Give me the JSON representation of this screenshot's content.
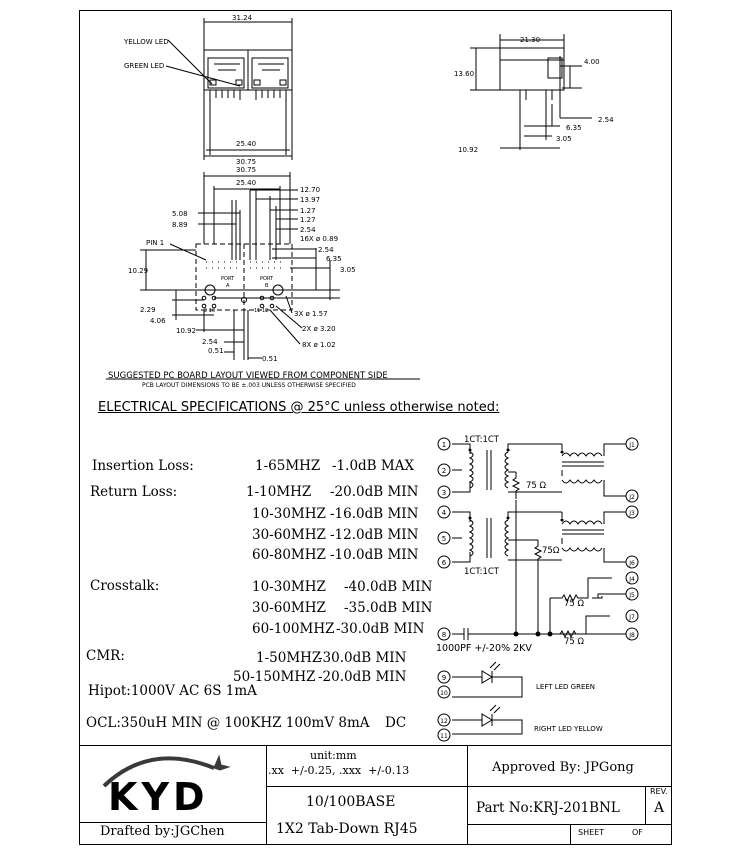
{
  "drawing": {
    "dims_front": {
      "width": "31.24",
      "pitch": "25.40",
      "overall": "30.75",
      "yellow": "YELLOW LED",
      "green": "GREEN LED"
    },
    "dims_side": {
      "width": "21.30",
      "height": "13.60",
      "tab": "4.00",
      "d1": "2.54",
      "d2": "6.35",
      "d3": "3.05",
      "d4": "10.92"
    },
    "dims_layout": {
      "w1": "30.75",
      "w2": "25.40",
      "r1": "12.70",
      "r2": "13.97",
      "r3": "1.27",
      "r4": "1.27",
      "r5": "2.54",
      "holes16": "16X ø 0.89",
      "r6": "2.54",
      "r7": "6.35",
      "r8": "3.05",
      "l1": "5.08",
      "l2": "8.89",
      "pin1": "PIN 1",
      "l3": "10.29",
      "l4": "2.29",
      "l5": "4.06",
      "l6": "10.92",
      "b1": "2.54",
      "b2": "0.51",
      "b3": "0.51",
      "h3": "3X ø 1.57",
      "h2": "2X ø 3.20",
      "h8": "8X ø 1.02",
      "portA": "PORT",
      "portA2": "A",
      "portB": "PORT",
      "portB2": "B",
      "pin9": "9",
      "pin10": "10",
      "pin11": "11",
      "pin12": "12",
      "pinA": "9 10",
      "pinB": "11 12"
    },
    "layout_title": "SUGGESTED PC BOARD LAYOUT VIEWED FROM COMPONENT SIDE",
    "layout_sub": "PCB LAYOUT DIMENSIONS TO BE ±.003 UNLESS OTHERWISE SPECIFIED"
  },
  "spec_title": "ELECTRICAL SPECIFICATIONS @ 25°C unless otherwise noted:",
  "specs": {
    "insertion": {
      "label": "Insertion Loss:",
      "freq": "1-65MHZ",
      "val": "-1.0dB MAX"
    },
    "return": {
      "label": "Return Loss:",
      "rows": [
        {
          "freq": "1-10MHZ",
          "val": "-20.0dB MIN"
        },
        {
          "freq": "10-30MHZ",
          "val": "-16.0dB MIN"
        },
        {
          "freq": "30-60MHZ",
          "val": "-12.0dB MIN"
        },
        {
          "freq": "60-80MHZ",
          "val": "-10.0dB MIN"
        }
      ]
    },
    "crosstalk": {
      "label": "Crosstalk:",
      "rows": [
        {
          "freq": "10-30MHZ",
          "val": "-40.0dB MIN"
        },
        {
          "freq": "30-60MHZ",
          "val": "-35.0dB MIN"
        },
        {
          "freq": "60-100MHZ",
          "val": "-30.0dB MIN"
        }
      ]
    },
    "cmr": {
      "label": "CMR:",
      "rows": [
        {
          "freq": "1-50MHZ",
          "val": "-30.0dB MIN"
        },
        {
          "freq": "50-150MHZ",
          "val": "-20.0dB MIN"
        }
      ]
    },
    "hipot": "Hipot:1000V AC 6S 1mA",
    "ocl": "OCL:350uH MIN @ 100KHZ 100mV 8mA",
    "ocl_dc": "DC"
  },
  "schematic": {
    "ct1": "1CT:1CT",
    "ct2": "1CT:1CT",
    "r75a": "75 Ω",
    "r75b": "75Ω",
    "r75c": "75 Ω",
    "r75d": "75 Ω",
    "cap": "1000PF +/-20% 2KV",
    "left_led": "LEFT  LED GREEN",
    "right_led": "RIGHT  LED YELLOW",
    "pins_left": [
      "1",
      "2",
      "3",
      "4",
      "5",
      "6",
      "8",
      "9",
      "10",
      "12",
      "11"
    ],
    "pins_right": [
      "J1",
      "J2",
      "J3",
      "J6",
      "J4",
      "J5",
      "J7",
      "J8"
    ]
  },
  "title_block": {
    "logo": "KYD",
    "units": "unit:mm",
    "tolerance": ".xx  +/-0.25, .xxx  +/-0.13",
    "approved": "Approved By: JPGong",
    "rev_label": "REV.",
    "rev": "A",
    "product": "10/100BASE",
    "product2": "1X2 Tab-Down RJ45",
    "part": "Part No:KRJ-201BNL",
    "drafted": "Drafted by:JGChen",
    "sheet": "SHEET",
    "of": "OF"
  },
  "colors": {
    "ink": "#000000",
    "logo_arc": "#3a3a3a"
  }
}
